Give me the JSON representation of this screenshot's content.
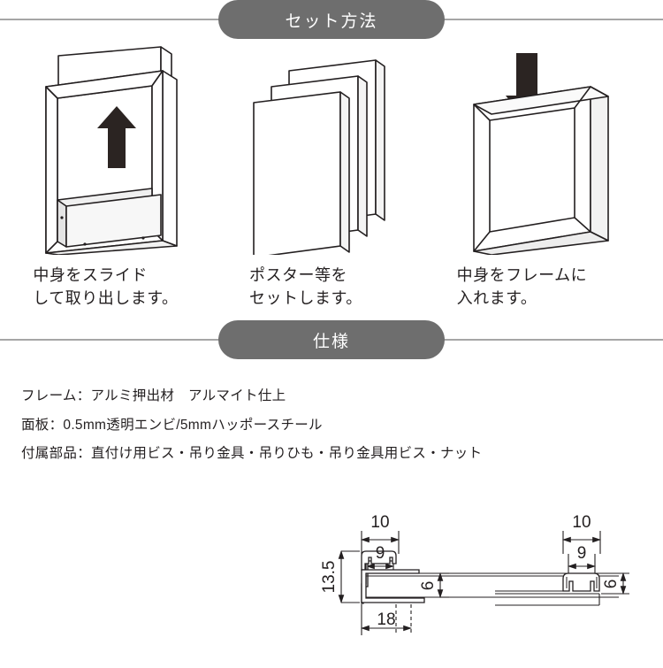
{
  "sections": {
    "setup": {
      "title": "セット方法"
    },
    "spec": {
      "title": "仕様"
    }
  },
  "steps": [
    {
      "id": "slide-out",
      "caption_line1": "中身をスライド",
      "caption_line2": "して取り出します。",
      "art": "frame-with-sliding-panel-up-arrow",
      "arrow": "up"
    },
    {
      "id": "set-poster",
      "caption_line1": "ポスター等を",
      "caption_line2": "セットします。",
      "art": "three-stacked-sheets",
      "arrow": "none"
    },
    {
      "id": "insert-into-frame",
      "caption_line1": "中身をフレームに",
      "caption_line2": "入れます。",
      "art": "empty-frame-down-arrow",
      "arrow": "down"
    }
  ],
  "spec_lines": [
    "フレーム：アルミ押出材　アルマイト仕上",
    "面板：0.5mm透明エンビ/5mmハッポースチール",
    "付属部品：直付け用ビス・吊り金具・吊りひも・吊り金具用ビス・ナット"
  ],
  "drawing": {
    "left_profile": {
      "name": "frame-cross-section-with-backboard",
      "dim_top_outer": "10",
      "dim_top_inner": "9",
      "dim_height": "13.5",
      "dim_bottom": "18",
      "dim_right": "6"
    },
    "right_profile": {
      "name": "frame-cross-section-plain",
      "dim_top_outer": "10",
      "dim_top_inner": "9",
      "dim_right": "6"
    }
  },
  "colors": {
    "banner_bg": "#6e6e6e",
    "banner_text": "#ffffff",
    "rule": "#a6a6a6",
    "ink": "#231f20",
    "arrow": "#2b2422",
    "line": "#231f20"
  }
}
